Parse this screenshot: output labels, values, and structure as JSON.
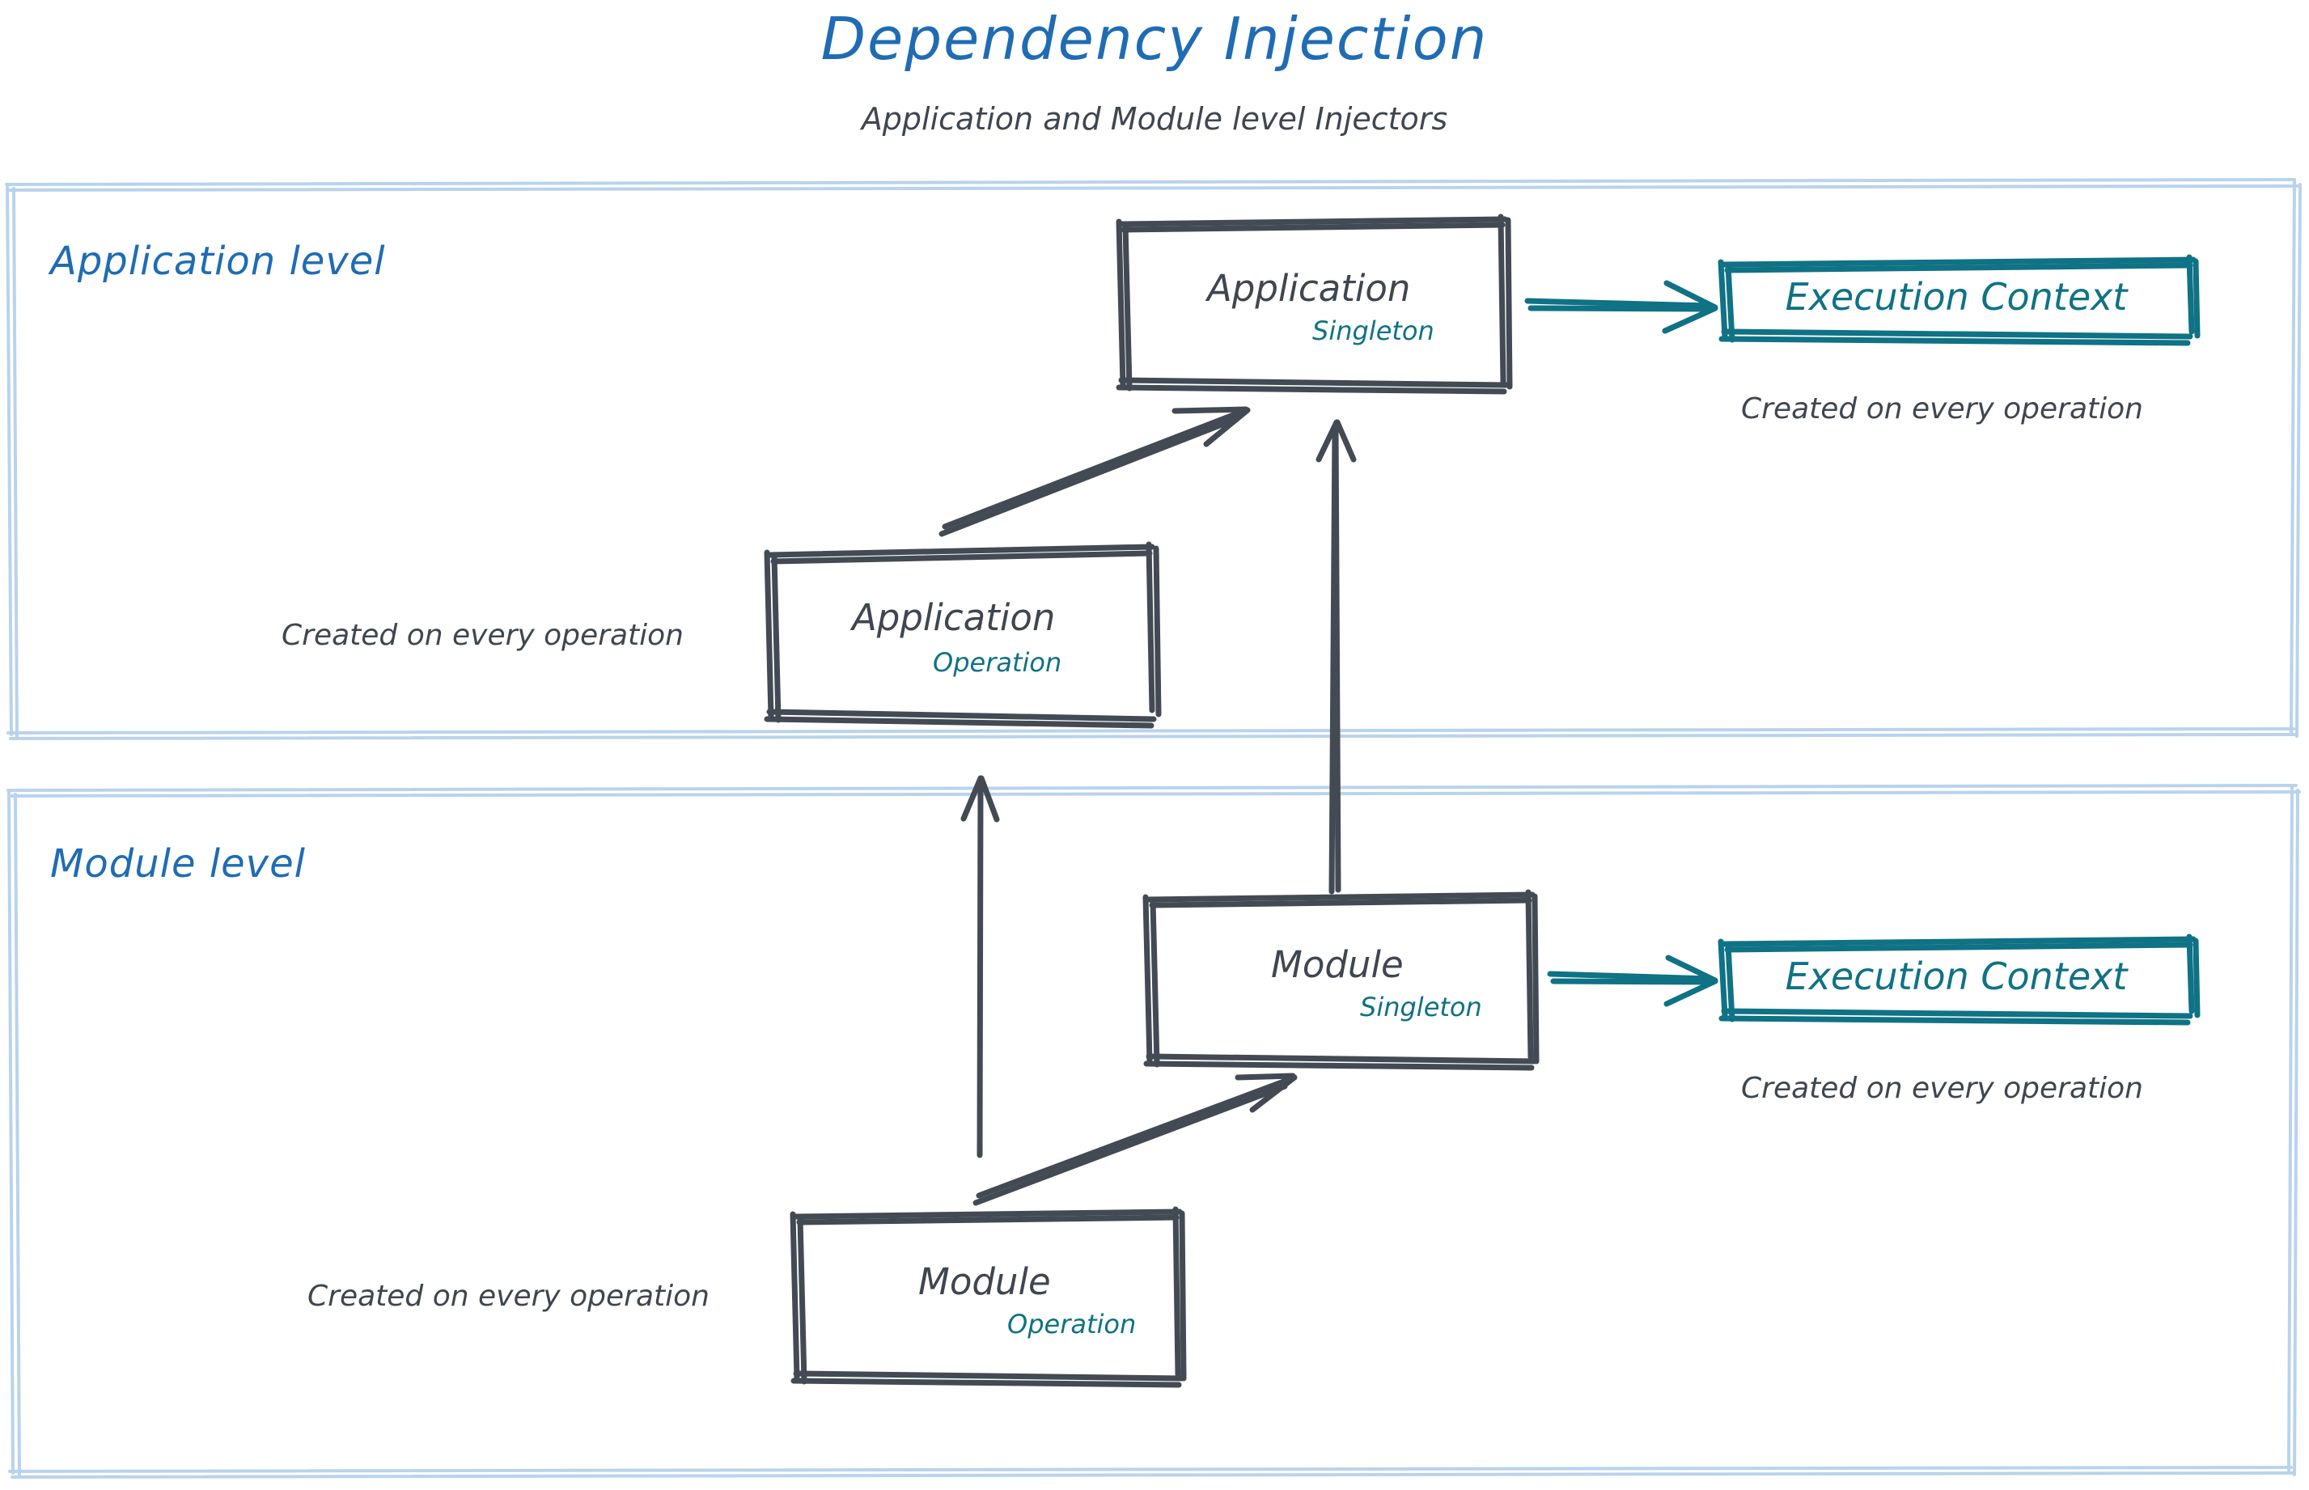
{
  "header": {
    "title": "Dependency Injection",
    "subtitle": "Application and Module level Injectors",
    "title_color": "#1f6cb4",
    "subtitle_color": "#3f4650"
  },
  "colors": {
    "accent_blue": "#1f6cb4",
    "section_border": "#b9d3ec",
    "node_stroke": "#434a54",
    "scope_teal": "#0f7285",
    "text_gray": "#3f4650"
  },
  "sections": [
    {
      "id": "application-level",
      "label": "Application level",
      "nodes": [
        {
          "id": "app-singleton",
          "title": "Application",
          "scope": "Singleton"
        },
        {
          "id": "app-operation",
          "title": "Application",
          "scope": "Operation",
          "caption": "Created on every operation"
        }
      ],
      "execution_context": {
        "label": "Execution Context",
        "caption": "Created on every operation"
      }
    },
    {
      "id": "module-level",
      "label": "Module level",
      "nodes": [
        {
          "id": "module-singleton",
          "title": "Module",
          "scope": "Singleton"
        },
        {
          "id": "module-operation",
          "title": "Module",
          "scope": "Operation",
          "caption": "Created on every operation"
        }
      ],
      "execution_context": {
        "label": "Execution Context",
        "caption": "Created on every operation"
      }
    }
  ],
  "arrows": [
    {
      "id": "app-singleton-to-exec-context",
      "from": "app-singleton",
      "to": "exec-context-app",
      "color": "#0f7285",
      "style": "solid-arrow"
    },
    {
      "id": "app-operation-to-app-singleton",
      "from": "app-operation",
      "to": "app-singleton",
      "color": "#434a54",
      "style": "solid-arrow"
    },
    {
      "id": "module-singleton-to-app-singleton",
      "from": "module-singleton",
      "to": "app-singleton",
      "color": "#434a54",
      "style": "solid-arrow"
    },
    {
      "id": "module-singleton-to-exec-context",
      "from": "module-singleton",
      "to": "exec-context-module",
      "color": "#0f7285",
      "style": "solid-arrow"
    },
    {
      "id": "module-operation-to-module-singleton",
      "from": "module-operation",
      "to": "module-singleton",
      "color": "#434a54",
      "style": "solid-arrow"
    },
    {
      "id": "module-operation-to-app-operation",
      "from": "module-operation",
      "to": "app-operation",
      "color": "#434a54",
      "style": "solid-arrow"
    }
  ]
}
